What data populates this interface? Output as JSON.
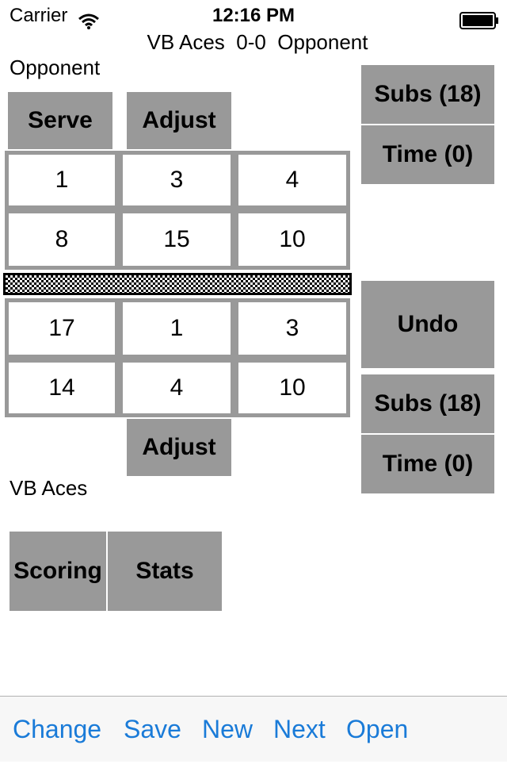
{
  "status_bar": {
    "carrier": "Carrier",
    "time": "12:16 PM"
  },
  "header": {
    "title": "VB Aces  0-0  Opponent"
  },
  "opponent": {
    "label": "Opponent",
    "serve_label": "Serve",
    "adjust_label": "Adjust",
    "rows": [
      [
        "1",
        "3",
        "4"
      ],
      [
        "8",
        "15",
        "10"
      ]
    ]
  },
  "home": {
    "label": "VB Aces",
    "adjust_label": "Adjust",
    "rows": [
      [
        "17",
        "1",
        "3"
      ],
      [
        "14",
        "4",
        "10"
      ]
    ]
  },
  "side_top": {
    "subs_label": "Subs (18)",
    "time_label": "Time (0)"
  },
  "side_bottom": {
    "undo_label": "Undo",
    "subs_label": "Subs (18)",
    "time_label": "Time (0)"
  },
  "mode_buttons": {
    "scoring_label": "Scoring",
    "stats_label": "Stats"
  },
  "toolbar": {
    "items": [
      "Change",
      "Save",
      "New",
      "Next",
      "Open"
    ]
  },
  "colors": {
    "button_gray": "#999999",
    "toolbar_tint": "#1a7bd8"
  }
}
